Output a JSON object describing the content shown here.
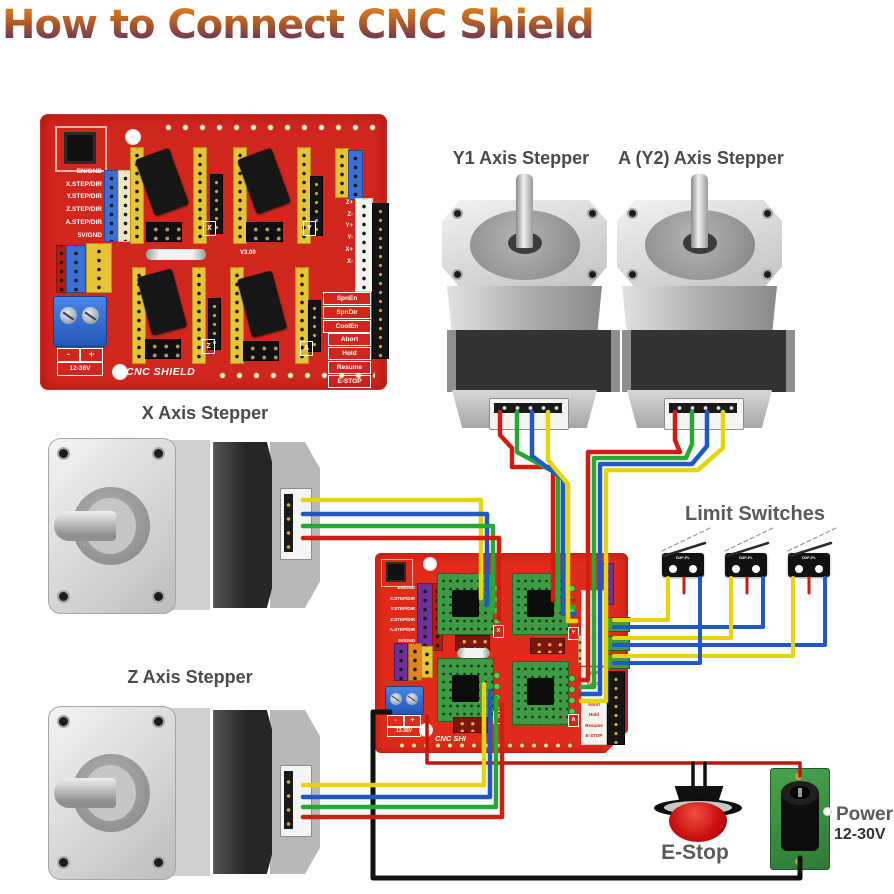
{
  "title": "How to Connect CNC Shield",
  "motors": {
    "y1": "Y1 Axis Stepper",
    "y2": "A (Y2) Axis Stepper",
    "x": "X Axis Stepper",
    "z": "Z Axis Stepper"
  },
  "limit_switches": {
    "label": "Limit Switches",
    "switch_model": "D2F-FL"
  },
  "estop": {
    "label": "E-Stop"
  },
  "power": {
    "label": "Power",
    "voltage": "12-30V"
  },
  "shield": {
    "pin_labels_left": [
      "EN/GND",
      "X.STEP/DIR",
      "Y.STEP/DIR",
      "Z.STEP/DIR",
      "A.STEP/DIR",
      "5V/GND"
    ],
    "endstop_labels": [
      "Z+",
      "Z-",
      "Y+",
      "Y-",
      "X+",
      "X-"
    ],
    "control_labels": [
      "SpnEn",
      "SpnDir",
      "CoolEn",
      "Abort",
      "Hold",
      "Resume",
      "E-STOP"
    ],
    "driver_labels": [
      "X",
      "Y",
      "Z",
      "A"
    ],
    "minus": "-",
    "plus": "+",
    "input_range": "12-36V",
    "board_name": "CNC SHIELD",
    "board_name_partial": "CNC SHI",
    "version": "V3.00"
  },
  "colors": {
    "board_red": "#d1261d",
    "driver_green": "#3f9b45",
    "wire_red": "#cf1d12",
    "wire_green": "#28a832",
    "wire_blue": "#2058c8",
    "wire_yellow": "#e8d40a",
    "wire_black": "#111111",
    "title_top": "#e2891f",
    "title_bottom": "#542a68"
  }
}
